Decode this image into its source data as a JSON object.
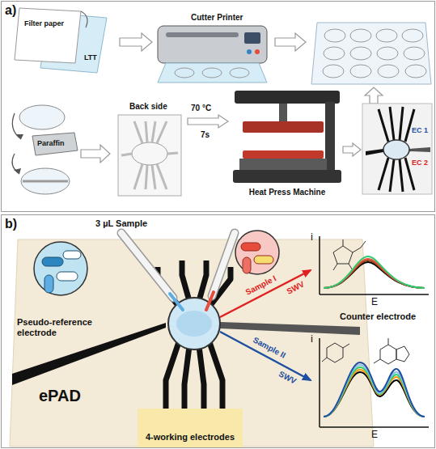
{
  "diagram": {
    "labels": [
      "a)",
      "Filter paper",
      "LTT",
      "Cutter Printer",
      "Paraffin",
      "Back side",
      "70 °C",
      "7s",
      "Heat Press Machine",
      "EC 1",
      "EC 2",
      "b)",
      "3 µL Sample",
      "Pseudo-reference electrode",
      "Counter electrode",
      "ePAD",
      "4-working electrodes",
      "Sample I",
      "SWV",
      "Sample II",
      "SWV",
      "i",
      "E",
      "i",
      "E"
    ]
  }
}
